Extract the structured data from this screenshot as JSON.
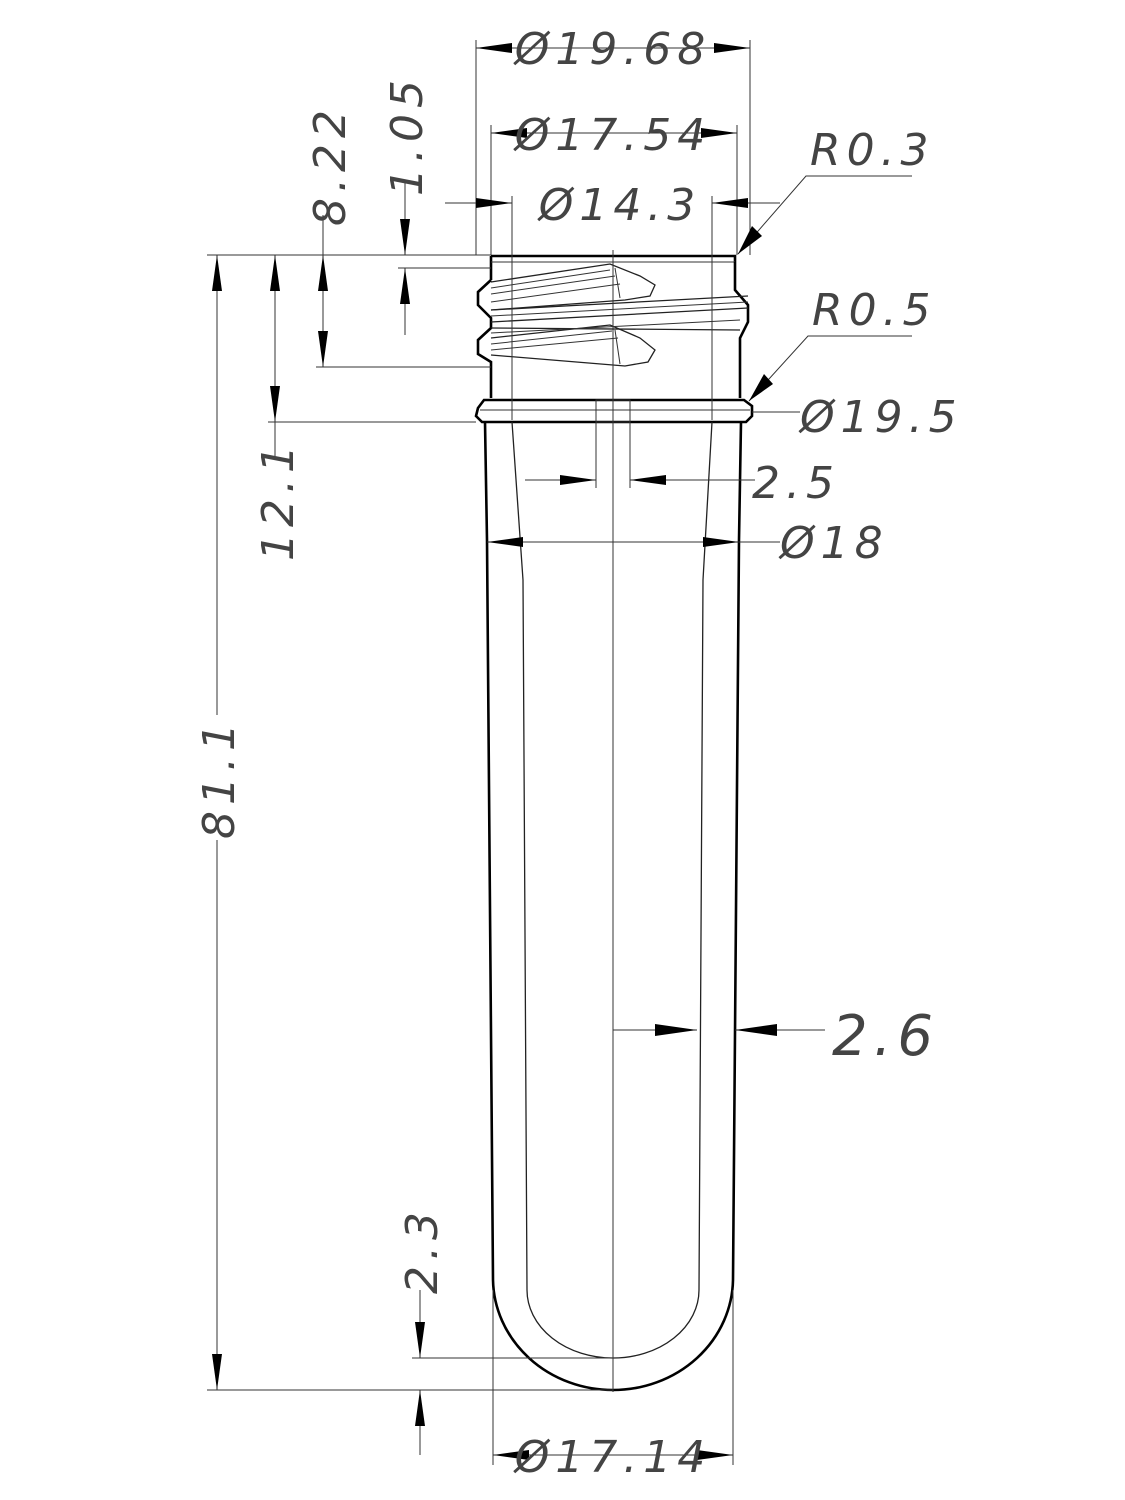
{
  "drawing": {
    "dimensions": {
      "outer_diameter_top": "Ø19.68",
      "thread_root_diameter": "Ø17.54",
      "bore_diameter": "Ø14.3",
      "top_radius": "R0.3",
      "ring_radius": "R0.5",
      "support_ring_diameter": "Ø19.5",
      "ring_gap": "2.5",
      "body_diameter": "Ø18",
      "wall_thickness": "2.6",
      "bottom_diameter": "Ø17.14",
      "thread_height": "8.22",
      "top_land": "1.05",
      "neck_height": "12.1",
      "total_length": "81.1",
      "bottom_thickness": "2.3"
    }
  }
}
